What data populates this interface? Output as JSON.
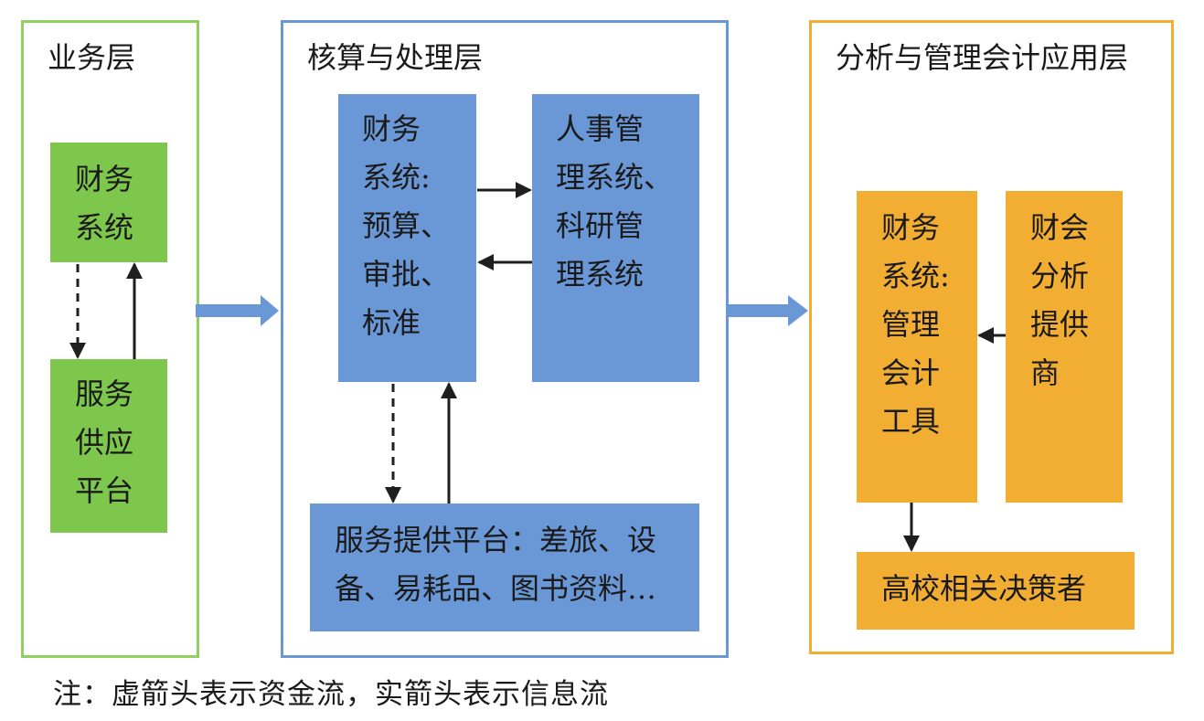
{
  "layers": {
    "business": {
      "title": "业务层",
      "finance_system": "财务\n系统",
      "service_platform": "服务\n供应\n平台"
    },
    "processing": {
      "title": "核算与处理层",
      "finance_system": "财务\n系统:\n预算、\n审批、\n标准",
      "hr_research": "人事管\n理系统、\n科研管\n理系统",
      "service_platform": "服务提供平台：差旅、设\n备、易耗品、图书资料…"
    },
    "analysis": {
      "title": "分析与管理会计应用层",
      "finance_system": "财务\n系统:\n管理\n会计\n工具",
      "provider": "财会\n分析\n提供\n商",
      "decision_makers": "高校相关决策者"
    }
  },
  "note": "注：虚箭头表示资金流，实箭头表示信息流",
  "colors": {
    "business_fill": "#7dc74c",
    "processing_fill": "#6a97d6",
    "analysis_fill": "#f2ae33",
    "arrow_dark": "#1f1f1f"
  }
}
